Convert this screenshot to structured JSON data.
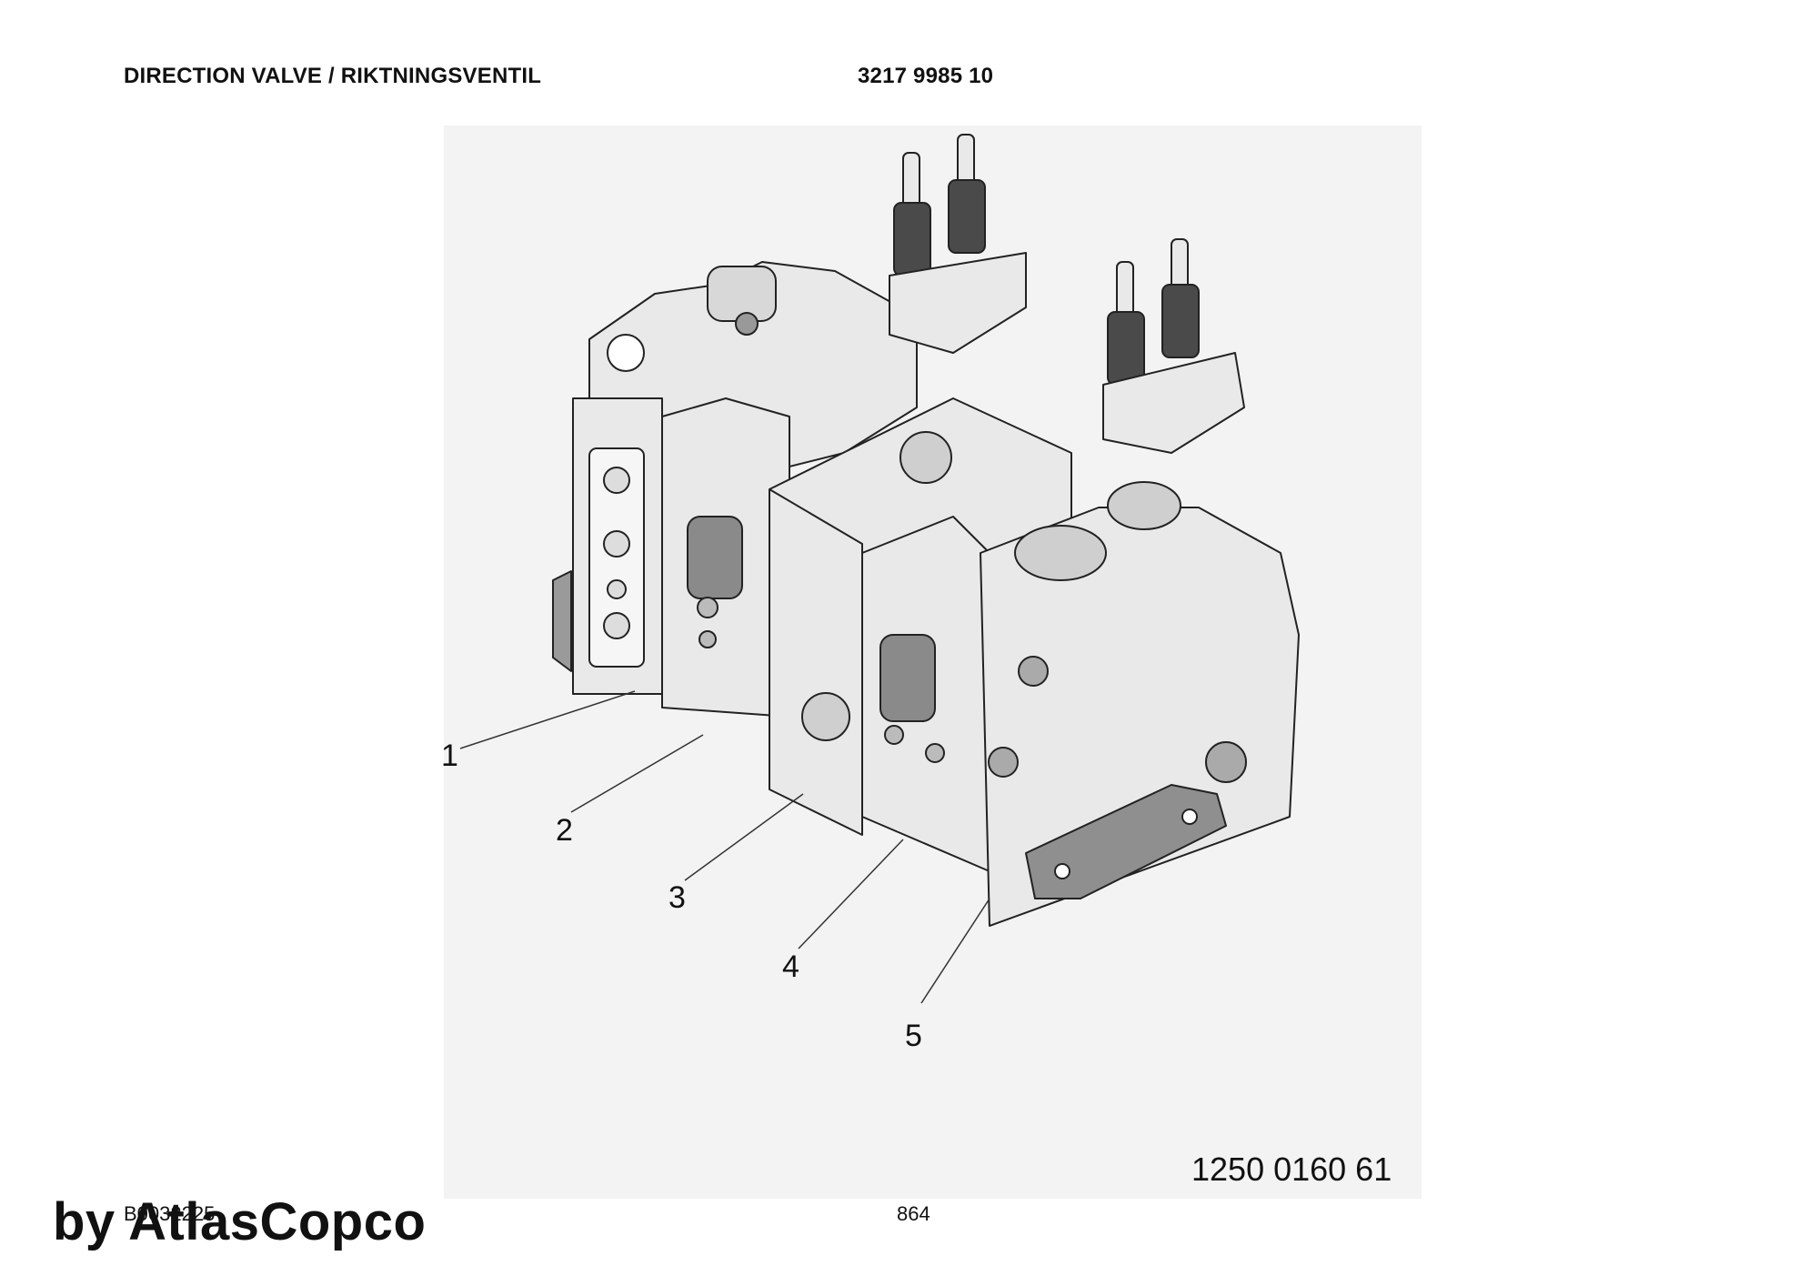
{
  "header": {
    "title": "DIRECTION VALVE / RIKTNINGSVENTIL",
    "part_number": "3217 9985 10"
  },
  "drawing": {
    "callouts": [
      "1",
      "2",
      "3",
      "4",
      "5"
    ],
    "drawing_number": "1250 0160 61"
  },
  "footer": {
    "doc_number": "B0032225",
    "page_number": "864",
    "brand": "by AtlasCopco"
  },
  "colors": {
    "background": "#ffffff",
    "drawing_background": "#f3f3f3",
    "body_fill": "#e9e9e9",
    "outline": "#222222",
    "solenoid": "#4a4a4a",
    "bracket": "#8f8f8f"
  }
}
